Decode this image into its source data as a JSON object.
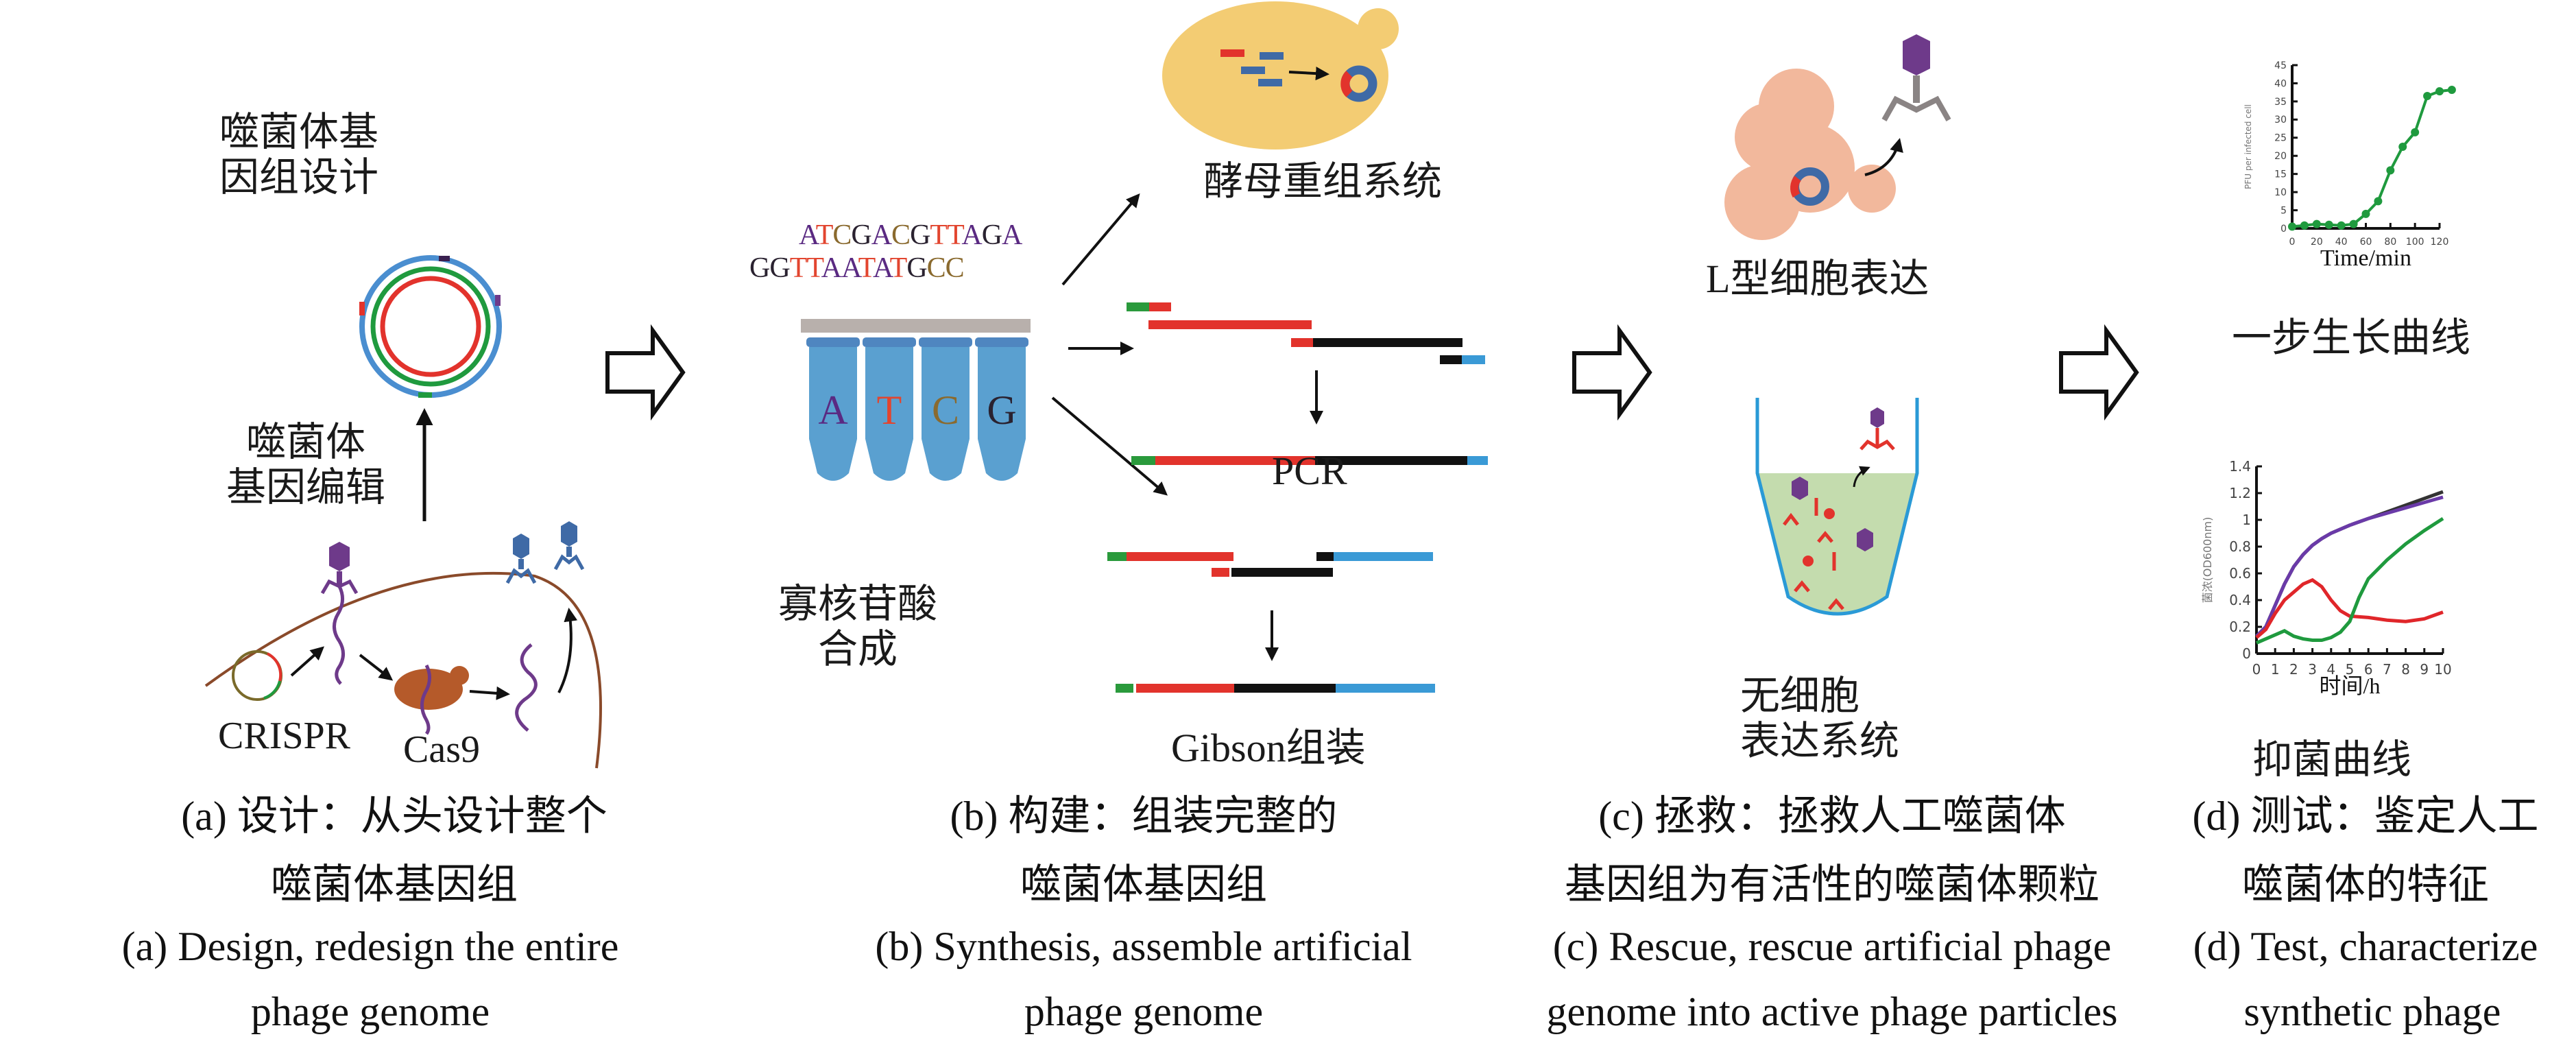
{
  "panel_a": {
    "design_label": [
      "噬菌体基",
      "因组设计"
    ],
    "edit_label": [
      "噬菌体",
      "基因编辑"
    ],
    "crispr_label": "CRISPR",
    "cas9_label": "Cas9",
    "caption_cn": [
      "(a) 设计：从头设计整个",
      "噬菌体基因组"
    ],
    "caption_en": [
      "(a) Design, redesign the entire",
      "phage genome"
    ]
  },
  "panel_b": {
    "sequence_line1": [
      {
        "base": "A",
        "color": "#5a2a82"
      },
      {
        "base": "T",
        "color": "#e2452f"
      },
      {
        "base": "C",
        "color": "#8a6a2e"
      },
      {
        "base": "G",
        "color": "#2a2230"
      },
      {
        "base": "A",
        "color": "#5a2a82"
      },
      {
        "base": "C",
        "color": "#8a6a2e"
      },
      {
        "base": "G",
        "color": "#2a2230"
      },
      {
        "base": "T",
        "color": "#e2452f"
      },
      {
        "base": "T",
        "color": "#e2452f"
      },
      {
        "base": "A",
        "color": "#5a2a82"
      },
      {
        "base": "G",
        "color": "#2a2230"
      },
      {
        "base": "A",
        "color": "#5a2a82"
      }
    ],
    "sequence_line2": [
      {
        "base": "G",
        "color": "#2a2230"
      },
      {
        "base": "G",
        "color": "#2a2230"
      },
      {
        "base": "T",
        "color": "#e2452f"
      },
      {
        "base": "T",
        "color": "#e2452f"
      },
      {
        "base": "A",
        "color": "#5a2a82"
      },
      {
        "base": "A",
        "color": "#5a2a82"
      },
      {
        "base": "T",
        "color": "#e2452f"
      },
      {
        "base": "A",
        "color": "#5a2a82"
      },
      {
        "base": "T",
        "color": "#e2452f"
      },
      {
        "base": "G",
        "color": "#2a2230"
      },
      {
        "base": "C",
        "color": "#8a6a2e"
      },
      {
        "base": "C",
        "color": "#8a6a2e"
      }
    ],
    "tubes": [
      {
        "base": "A",
        "color": "#5a2a82"
      },
      {
        "base": "T",
        "color": "#e2452f"
      },
      {
        "base": "C",
        "color": "#8a6a2e"
      },
      {
        "base": "G",
        "color": "#2a2230"
      }
    ],
    "oligo_label": [
      "寡核苷酸",
      "合成"
    ],
    "yeast_label": "酵母重组系统",
    "pcr_label": "PCR",
    "gibson_label": "Gibson组装",
    "caption_cn": [
      "(b) 构建：组装完整的",
      "噬菌体基因组"
    ],
    "caption_en": [
      "(b) Synthesis, assemble artificial",
      "phage genome"
    ]
  },
  "panel_c": {
    "lform_label": "L型细胞表达",
    "cellfree_label": [
      "无细胞",
      "表达系统"
    ],
    "caption_cn": [
      "(c) 拯救：拯救人工噬菌体",
      "基因组为有活性的噬菌体颗粒"
    ],
    "caption_en": [
      "(c) Rescue, rescue artificial phage",
      "genome into active phage particles"
    ]
  },
  "panel_d": {
    "growth_title": "一步生长曲线",
    "inhibit_title": "抑菌曲线",
    "caption_cn": [
      "(d)  测试：鉴定人工",
      "噬菌体的特征"
    ],
    "caption_en": [
      "(d) Test, characterize",
      "synthetic phage"
    ]
  },
  "colors": {
    "segment_green": "#2a9a3c",
    "segment_red": "#e2332c",
    "segment_black": "#111111",
    "segment_blue": "#3a9ad6",
    "phage_purple": "#6e3a8a",
    "phage_blue": "#3f6aa6",
    "yeast": "#f3cc73",
    "lcell": "#f2b89c",
    "tube_blue": "#5aa0d0",
    "cellfree_fill": "#c4dcae"
  },
  "chart_data": [
    {
      "type": "line",
      "title": "一步生长曲线",
      "xlabel": "Time/min",
      "ylabel": "PFU per infected cell",
      "xlim": [
        0,
        120
      ],
      "ylim": [
        0,
        45
      ],
      "xticks": [
        0,
        20,
        40,
        60,
        80,
        100,
        120
      ],
      "yticks": [
        0,
        5,
        10,
        15,
        20,
        25,
        30,
        35,
        40,
        45
      ],
      "grid": false,
      "series": [
        {
          "name": "phage",
          "color": "#1f9a3e",
          "x": [
            0,
            10,
            20,
            30,
            40,
            50,
            60,
            70,
            80,
            90,
            100,
            110,
            120,
            130
          ],
          "y": [
            0.5,
            0.8,
            1.2,
            1.0,
            0.8,
            1.2,
            4.0,
            7.5,
            16.0,
            22.5,
            26.5,
            36.5,
            37.8,
            38.2
          ]
        }
      ]
    },
    {
      "type": "line",
      "title": "抑菌曲线",
      "xlabel": "时间/h",
      "ylabel": "菌浓(OD600nm)",
      "xlim": [
        0,
        10
      ],
      "ylim": [
        0,
        1.4
      ],
      "xticks": [
        0,
        1,
        2,
        3,
        4,
        5,
        6,
        7,
        8,
        9,
        10
      ],
      "yticks": [
        0,
        0.2,
        0.4,
        0.6,
        0.8,
        1,
        1.2,
        1.4
      ],
      "grid": false,
      "series": [
        {
          "name": "control",
          "color": "#333333",
          "x": [
            0,
            0.5,
            1,
            1.5,
            2,
            2.5,
            3,
            3.5,
            4,
            5,
            6,
            7,
            8,
            9,
            10
          ],
          "y": [
            0.13,
            0.2,
            0.36,
            0.52,
            0.65,
            0.74,
            0.81,
            0.86,
            0.9,
            0.96,
            1.01,
            1.06,
            1.11,
            1.16,
            1.21
          ]
        },
        {
          "name": "purple",
          "color": "#6a3aa8",
          "x": [
            0,
            0.5,
            1,
            1.5,
            2,
            2.5,
            3,
            3.5,
            4,
            5,
            6,
            7,
            8,
            9,
            10
          ],
          "y": [
            0.13,
            0.2,
            0.36,
            0.52,
            0.65,
            0.74,
            0.81,
            0.86,
            0.9,
            0.96,
            1.01,
            1.05,
            1.09,
            1.13,
            1.17
          ]
        },
        {
          "name": "red",
          "color": "#e0262a",
          "x": [
            0,
            0.5,
            1,
            1.5,
            2,
            2.5,
            3,
            3.5,
            4,
            4.5,
            5,
            6,
            7,
            8,
            9,
            10
          ],
          "y": [
            0.12,
            0.18,
            0.3,
            0.4,
            0.46,
            0.52,
            0.55,
            0.5,
            0.4,
            0.32,
            0.28,
            0.27,
            0.25,
            0.24,
            0.26,
            0.31
          ]
        },
        {
          "name": "green",
          "color": "#1f9a3e",
          "x": [
            0,
            0.5,
            1,
            1.5,
            2,
            2.5,
            3,
            3.5,
            4,
            4.5,
            5,
            5.5,
            6,
            7,
            8,
            9,
            10
          ],
          "y": [
            0.08,
            0.11,
            0.14,
            0.17,
            0.13,
            0.11,
            0.1,
            0.1,
            0.12,
            0.16,
            0.24,
            0.42,
            0.56,
            0.7,
            0.82,
            0.92,
            1.01
          ]
        }
      ]
    }
  ]
}
